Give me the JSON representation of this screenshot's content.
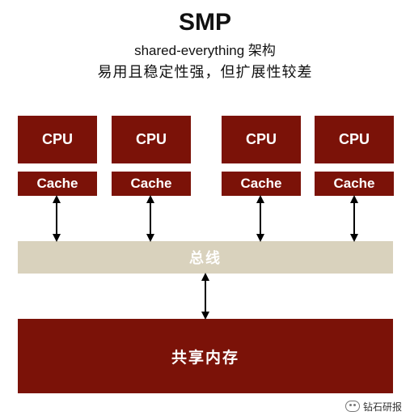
{
  "title": "SMP",
  "subtitle_line1": "shared-everything 架构",
  "subtitle_line2": "易用且稳定性强，但扩展性较差",
  "processors": [
    {
      "cpu_label": "CPU",
      "cache_label": "Cache"
    },
    {
      "cpu_label": "CPU",
      "cache_label": "Cache"
    },
    {
      "cpu_label": "CPU",
      "cache_label": "Cache"
    },
    {
      "cpu_label": "CPU",
      "cache_label": "Cache"
    }
  ],
  "bus_label": "总线",
  "memory_label": "共享内存",
  "watermark": "钻石研报",
  "colors": {
    "block": "#7b1208",
    "bus": "#d9d2bd",
    "text_light": "#ffffff"
  }
}
